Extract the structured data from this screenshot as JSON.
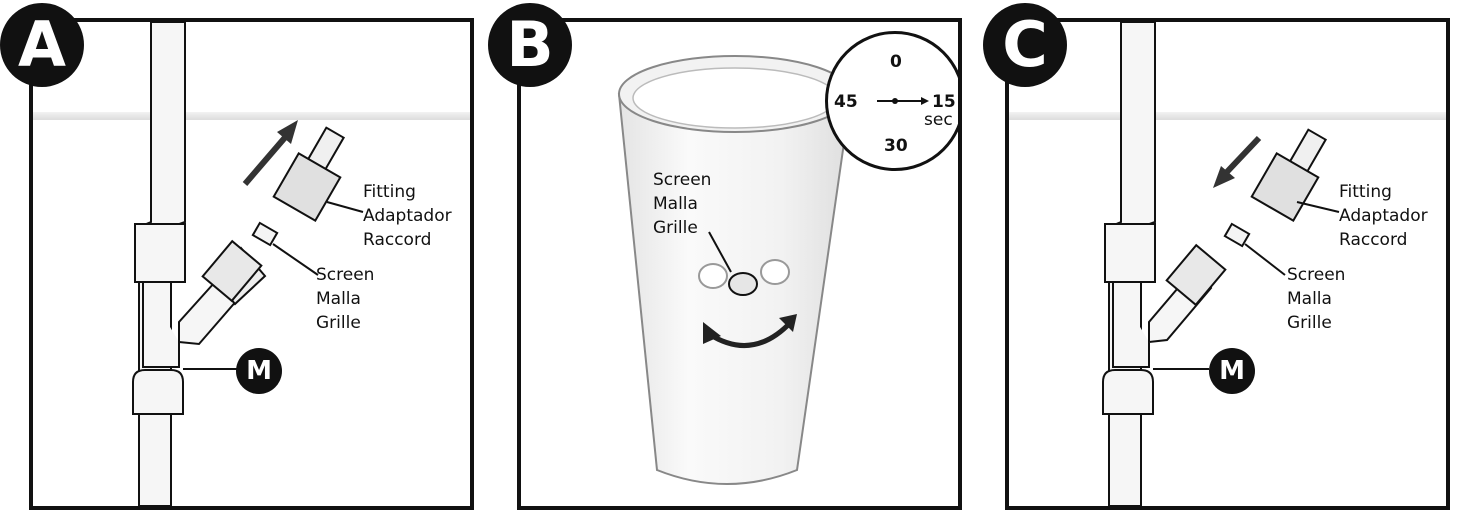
{
  "panels": {
    "a": {
      "badge": "A",
      "fitting": [
        "Fitting",
        "Adaptador",
        "Raccord"
      ],
      "screen": [
        "Screen",
        "Malla",
        "Grille"
      ],
      "m": "M"
    },
    "b": {
      "badge": "B",
      "screen": [
        "Screen",
        "Malla",
        "Grille"
      ],
      "timer": {
        "top": "0",
        "right": "15",
        "bottom": "30",
        "left": "45",
        "unit": "sec"
      }
    },
    "c": {
      "badge": "C",
      "fitting": [
        "Fitting",
        "Adaptador",
        "Raccord"
      ],
      "screen": [
        "Screen",
        "Malla",
        "Grille"
      ],
      "m": "M"
    }
  },
  "colors": {
    "outline": "#111111",
    "part_fill": "#f4f4f4",
    "shadow": "#cccccc"
  }
}
